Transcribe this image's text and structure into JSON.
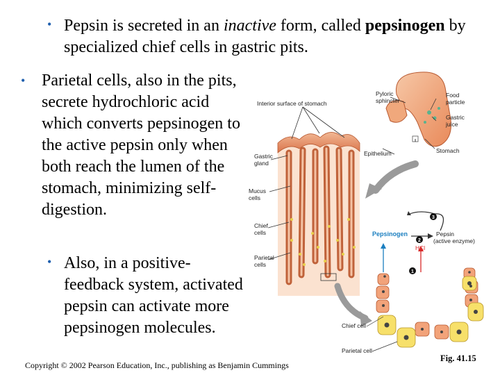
{
  "bullets": {
    "b1_pre": "Pepsin is secreted in an ",
    "b1_em": "inactive",
    "b1_mid": " form, called ",
    "b1_strong": "pepsinogen",
    "b1_post": " by specialized chief cells in gastric pits.",
    "b2": "Parietal cells, also in the pits, secrete hydrochloric acid which converts pepsinogen to the active pepsin only when both reach the lumen of the stomach, minimizing self-digestion.",
    "b3": "Also, in a positive-feedback system, activated pepsin can activate more pepsinogen molecules."
  },
  "figure": {
    "interior_surface": "Interior surface of stomach",
    "pyloric_1": "Pyloric",
    "pyloric_2": "sphincter",
    "food_1": "Food",
    "food_2": "particle",
    "gastric_juice_1": "Gastric",
    "gastric_juice_2": "juice",
    "epithelium": "Epithelium",
    "stomach": "Stomach",
    "gastric_gland_1": "Gastric",
    "gastric_gland_2": "gland",
    "mucus_1": "Mucus",
    "mucus_2": "cells",
    "chief_1": "Chief",
    "chief_2": "cells",
    "parietal_1": "Parietal",
    "parietal_2": "cells",
    "pepsinogen": "Pepsinogen",
    "pepsin": "Pepsin",
    "active_enzyme": "(active enzyme)",
    "hcl": "HCl",
    "step1": "1",
    "step2": "2",
    "step3": "3",
    "chief_cell": "Chief cell",
    "parietal_cell": "Parietal cell"
  },
  "footer": {
    "copyright": "Copyright © 2002 Pearson Education, Inc., publishing as Benjamin Cummings",
    "fig_number": "Fig. 41.15"
  }
}
